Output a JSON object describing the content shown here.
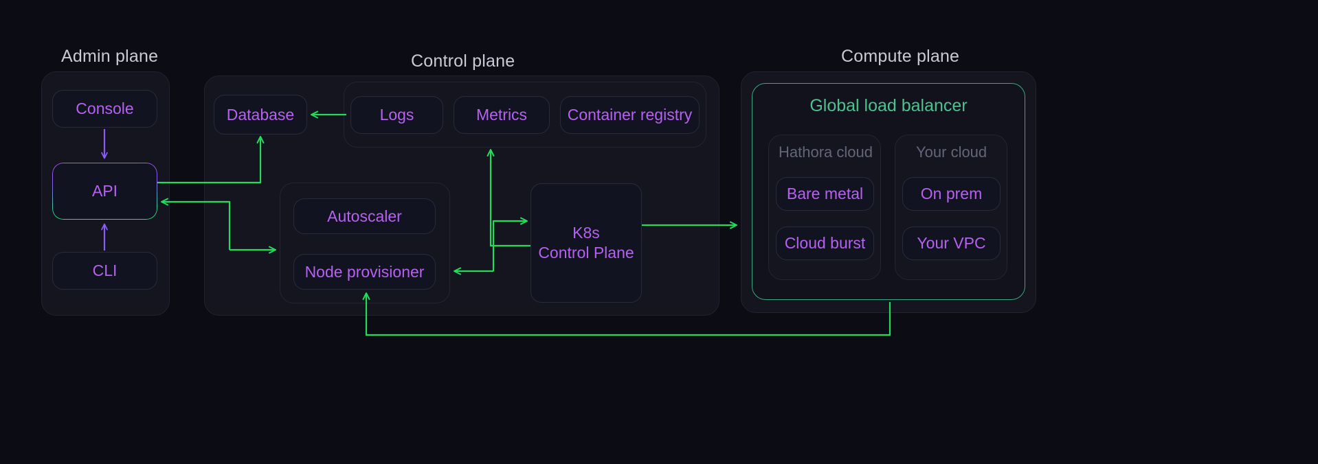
{
  "colors": {
    "background": "#0c0d14",
    "accent_purple": "#b661f0",
    "accent_green": "#22dd5a",
    "accent_teal": "#4cc28f",
    "plane_fill": "#14151f",
    "node_fill": "#121320",
    "muted_label": "#63667a",
    "title_text": "#c9cad6"
  },
  "planes": [
    {
      "id": "admin",
      "title": "Admin plane"
    },
    {
      "id": "control",
      "title": "Control plane"
    },
    {
      "id": "compute",
      "title": "Compute plane"
    }
  ],
  "admin_plane": {
    "title": "Admin plane",
    "nodes": [
      {
        "id": "console",
        "label": "Console"
      },
      {
        "id": "api",
        "label": "API"
      },
      {
        "id": "cli",
        "label": "CLI"
      }
    ]
  },
  "control_plane": {
    "title": "Control plane",
    "database": {
      "label": "Database"
    },
    "observability_group": {
      "nodes": [
        {
          "id": "logs",
          "label": "Logs"
        },
        {
          "id": "metrics",
          "label": "Metrics"
        },
        {
          "id": "registry",
          "label": "Container registry"
        }
      ]
    },
    "scaling_group": {
      "nodes": [
        {
          "id": "autoscaler",
          "label": "Autoscaler"
        },
        {
          "id": "node-provisioner",
          "label": "Node provisioner"
        }
      ]
    },
    "k8s": {
      "label_line1": "K8s",
      "label_line2": "Control Plane"
    }
  },
  "compute_plane": {
    "title": "Compute plane",
    "global_load_balancer": {
      "label": "Global load balancer"
    },
    "groups": [
      {
        "id": "hathora-cloud",
        "label": "Hathora cloud",
        "nodes": [
          {
            "id": "bare-metal",
            "label": "Bare metal"
          },
          {
            "id": "cloud-burst",
            "label": "Cloud burst"
          }
        ]
      },
      {
        "id": "your-cloud",
        "label": "Your cloud",
        "nodes": [
          {
            "id": "on-prem",
            "label": "On prem"
          },
          {
            "id": "your-vpc",
            "label": "Your VPC"
          }
        ]
      }
    ]
  }
}
